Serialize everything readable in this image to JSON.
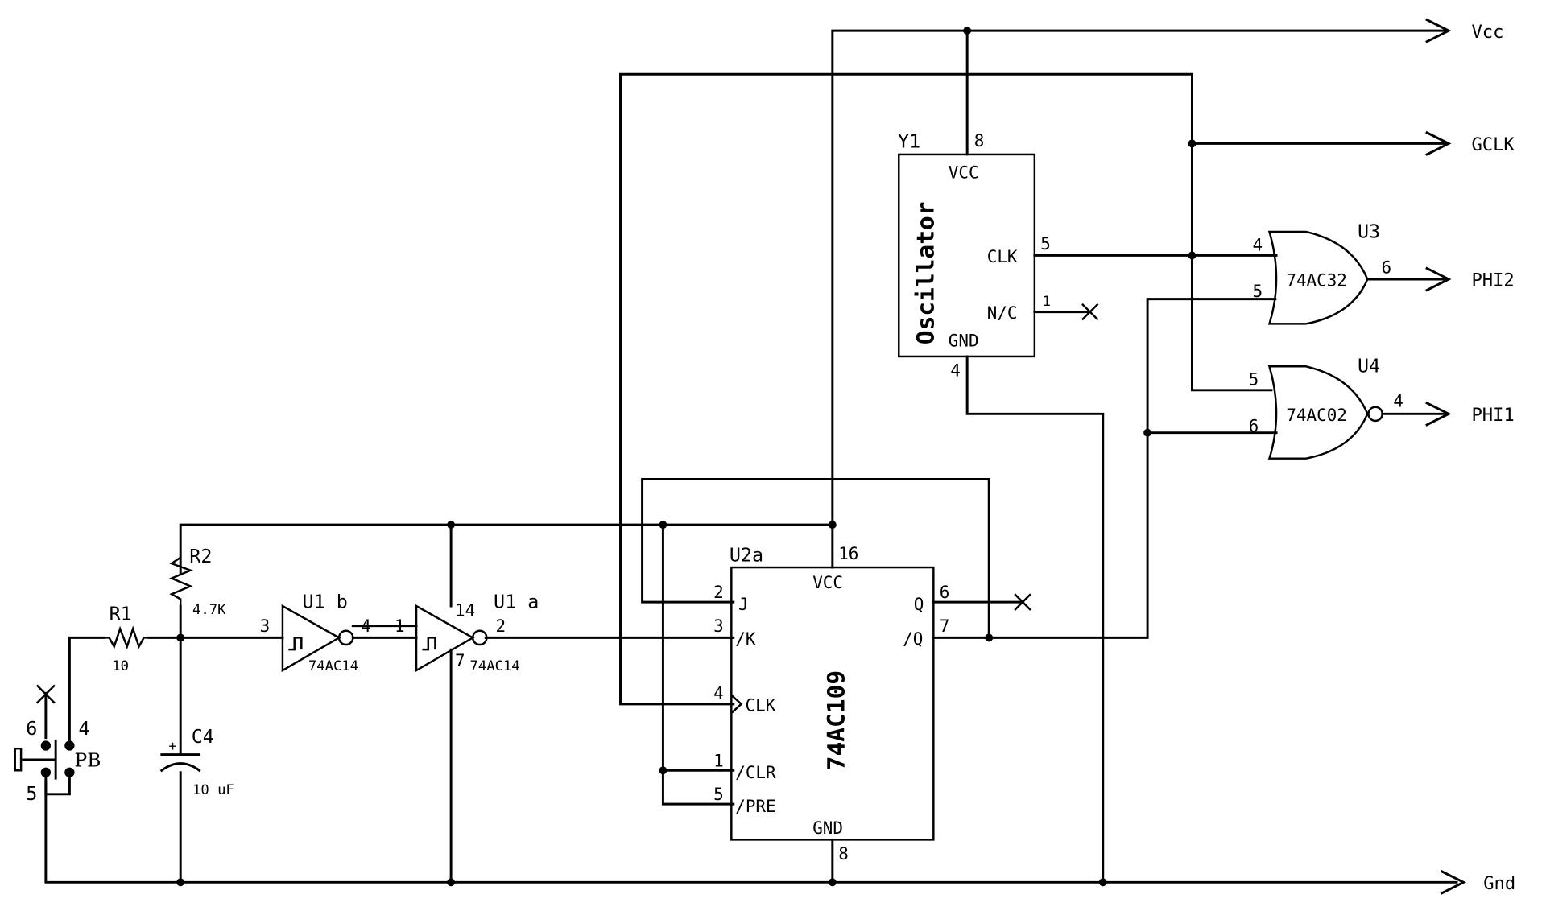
{
  "diagram": {
    "type": "electronic-schematic",
    "nets": {
      "vcc": "Vcc",
      "gclk": "GCLK",
      "phi2": "PHI2",
      "phi1": "PHI1",
      "gnd": "Gnd"
    },
    "components": {
      "r1": {
        "ref": "R1",
        "value": "10"
      },
      "r2": {
        "ref": "R2",
        "value": "4.7K"
      },
      "c4": {
        "ref": "C4",
        "value": "10 uF",
        "polarity": "+"
      },
      "pb": {
        "ref": "PB",
        "pins": [
          "6",
          "4",
          "5"
        ],
        "nc_mark": "X"
      },
      "u1b": {
        "ref": "U1  b",
        "part": "74AC14",
        "in_pin": "3",
        "out_pin": "4"
      },
      "u1a": {
        "ref": "U1  a",
        "part": "74AC14",
        "in_pin": "1",
        "out_pin": "2",
        "vcc_pin": "14",
        "gnd_pin": "7"
      },
      "u2a": {
        "ref": "U2a",
        "part": "74AC109",
        "vcc_label": "VCC",
        "vcc_pin": "16",
        "gnd_label": "GND",
        "gnd_pin": "8",
        "inputs": [
          {
            "pin": "2",
            "name": "J"
          },
          {
            "pin": "3",
            "name": "/K"
          },
          {
            "pin": "4",
            "name": "CLK"
          },
          {
            "pin": "1",
            "name": "/CLR"
          },
          {
            "pin": "5",
            "name": "/PRE"
          }
        ],
        "outputs": [
          {
            "pin": "6",
            "name": "Q"
          },
          {
            "pin": "7",
            "name": "/Q"
          }
        ]
      },
      "y1": {
        "ref": "Y1",
        "part": "Oscillator",
        "vcc_label": "VCC",
        "vcc_pin": "8",
        "clk_label": "CLK",
        "clk_pin": "5",
        "nc_label": "N/C",
        "nc_pin": "1",
        "gnd_label": "GND",
        "gnd_pin": "4"
      },
      "u3": {
        "ref": "U3",
        "part": "74AC32",
        "in_a": "4",
        "in_b": "5",
        "out": "6"
      },
      "u4": {
        "ref": "U4",
        "part": "74AC02",
        "in_a": "5",
        "in_b": "6",
        "out": "4"
      }
    }
  }
}
